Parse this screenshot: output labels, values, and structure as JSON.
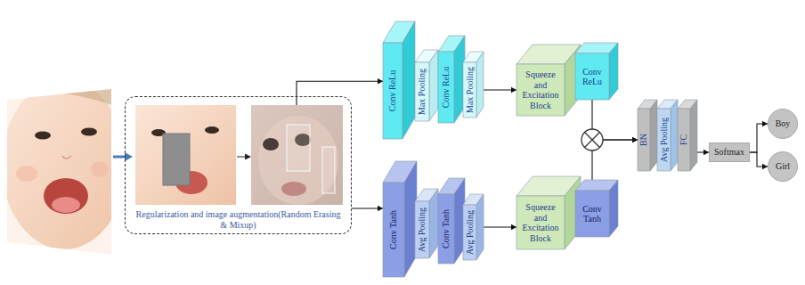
{
  "diagram": {
    "nodes": [
      {
        "text": [
          "Regularization and image augmentation(Random Erasing & Mixup)"
        ]
      },
      {
        "text": [
          "Conv ReLu"
        ]
      },
      {
        "text": [
          "Max Pooling"
        ]
      },
      {
        "text": [
          "Conv ReLu"
        ]
      },
      {
        "text": [
          "Max Pooling"
        ]
      },
      {
        "text": [
          "Squeeze and Excitation Block"
        ]
      },
      {
        "text": [
          "Conv ReLu"
        ]
      },
      {
        "text": [
          "Conv Tanh"
        ]
      },
      {
        "text": [
          "Avg Pooling"
        ]
      },
      {
        "text": [
          "Conv Tanh"
        ]
      },
      {
        "text": [
          "Avg Pooling"
        ]
      },
      {
        "text": [
          "Squeeze and Excitation Block"
        ]
      },
      {
        "text": [
          "Conv Tanh"
        ]
      },
      {
        "text": [
          "BN"
        ]
      },
      {
        "text": [
          "Avg Pooling"
        ]
      },
      {
        "text": [
          "FC"
        ]
      },
      {
        "text": [
          "Softmax"
        ]
      },
      {
        "text": [
          "Boy"
        ]
      },
      {
        "text": [
          "Girl"
        ]
      }
    ],
    "edges": [
      {
        "from": 0,
        "to": 1,
        "arrow": "to"
      },
      {
        "from": 0,
        "to": 7,
        "arrow": "to"
      },
      {
        "from": 4,
        "to": 5,
        "arrow": "to"
      },
      {
        "from": 10,
        "to": 11,
        "arrow": "to"
      },
      {
        "from": 6,
        "to": 13,
        "arrow": "to"
      },
      {
        "from": 12,
        "to": 13,
        "arrow": "to"
      },
      {
        "from": 15,
        "to": 16,
        "arrow": "to"
      },
      {
        "from": 16,
        "to": 17,
        "arrow": "to"
      },
      {
        "from": 16,
        "to": 18,
        "arrow": "to"
      }
    ]
  }
}
